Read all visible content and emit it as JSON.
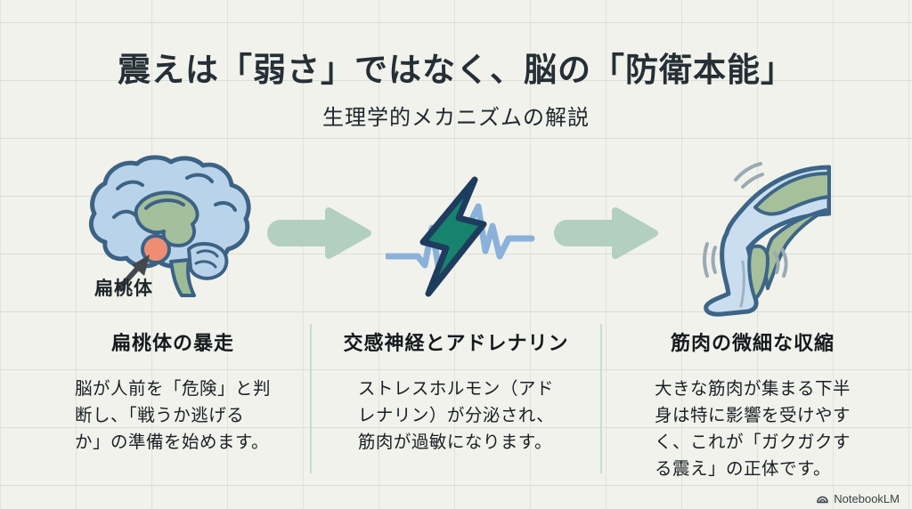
{
  "page": {
    "title": "震えは「弱さ」ではなく、脳の「防衛本能」",
    "subtitle": "生理学的メカニズムの解説"
  },
  "diagram": {
    "amygdala_label": "扁桃体",
    "icons": [
      "brain-with-amygdala",
      "lightning-nerve-signal",
      "trembling-leg"
    ],
    "flow_arrow_color": "#b3cfc0"
  },
  "columns": [
    {
      "heading": "扁桃体の暴走",
      "body": "脳が人前を「危険」と判\n断し、「戦うか逃げる\nか」の準備を始めます。"
    },
    {
      "heading": "交感神経とアドレナリン",
      "body": "ストレスホルモン（アド\nレナリン）が分泌され、\n筋肉が過敏になります。"
    },
    {
      "heading": "筋肉の微細な収縮",
      "body": "大きな筋肉が集まる下半\n身は特に影響を受けやす\nく、これが「ガクガクす\nる震え」の正体です。"
    }
  ],
  "footer": {
    "brand": "NotebookLM"
  },
  "colors": {
    "background": "#f1f2ec",
    "grid_line": "#c7cdc1",
    "title_text": "#262f36",
    "outline_blue": "#3c6284",
    "cortex_blue": "#b9d4ea",
    "limbic_green": "#a3bf9b",
    "amygdala_orange": "#ef8d73",
    "bolt_teal": "#17836e",
    "ekg_blue": "#8ab1da",
    "arrow_sage": "#b3cfc0",
    "divider_teal": "#c6dcd1"
  }
}
